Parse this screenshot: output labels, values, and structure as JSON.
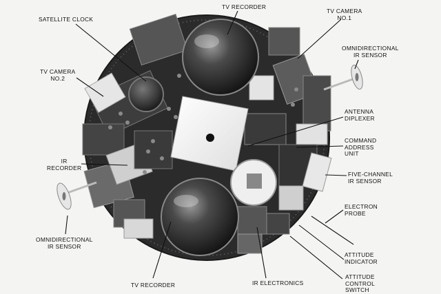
{
  "labels": {
    "satellite_clock": [
      "SATELLITE CLOCK"
    ],
    "tv_recorder_top": [
      "TV RECORDER"
    ],
    "tv_camera_1": [
      "TV CAMERA",
      "NO.1"
    ],
    "omni_ir_right": [
      "OMNIDIRECTIONAL",
      "IR SENSOR"
    ],
    "tv_camera_2": [
      "TV CAMERA",
      "NO.2"
    ],
    "antenna_diplexer": [
      "ANTENNA",
      "DIPLEXER"
    ],
    "command_address": [
      "COMMAND",
      "ADDRESS",
      "UNIT"
    ],
    "ir_recorder": [
      "IR",
      "RECORDER"
    ],
    "five_channel": [
      "FIVE-CHANNEL",
      "IR SENSOR"
    ],
    "electron_probe": [
      "ELECTRON",
      "PROBE"
    ],
    "omni_ir_left": [
      "OMNIDIRECTIONAL",
      "IR SENSOR"
    ],
    "attitude_indicator": [
      "ATTITUDE",
      "INDICATOR"
    ],
    "tv_recorder_bottom": [
      "TV RECORDER"
    ],
    "ir_electronics": [
      "IR ELECTRONICS"
    ],
    "attitude_control": [
      "ATTITUDE",
      "CONTROL",
      "SWITCH"
    ]
  },
  "colors": {
    "background": "#f4f4f2",
    "deck": "#2b2b2b",
    "ink": "#111111"
  }
}
